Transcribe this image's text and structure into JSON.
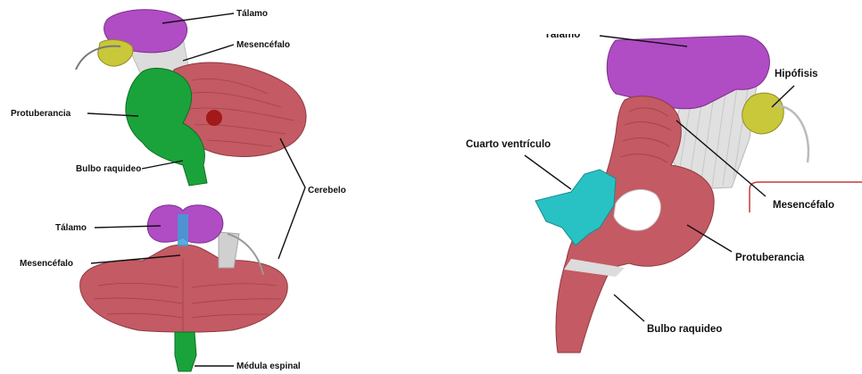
{
  "left_figure": {
    "labels": {
      "talamo_top": "Tálamo",
      "mesencefalo_top": "Mesencéfalo",
      "protuberancia": "Protuberancia",
      "bulbo": "Bulbo raquideo",
      "cerebelo": "Cerebelo",
      "talamo_bottom": "Tálamo",
      "mesencefalo_bottom": "Mesencéfalo",
      "medula": "Médula espinal"
    }
  },
  "right_figure": {
    "labels": {
      "talamo_cut": "Tálamo",
      "hipofisis": "Hipófisis",
      "cuarto": "Cuarto ventrículo",
      "mesencefalo": "Mesencéfalo",
      "protuberancia": "Protuberancia",
      "bulbo": "Bulbo raquideo"
    }
  },
  "colors": {
    "talamo": "#b04cc4",
    "mesencefalo_yellow": "#c8c83a",
    "verde": "#1aa33a",
    "cerebelo": "#c45a63",
    "ventriculo": "#29c2c4",
    "gris": "#d9d9d9"
  }
}
